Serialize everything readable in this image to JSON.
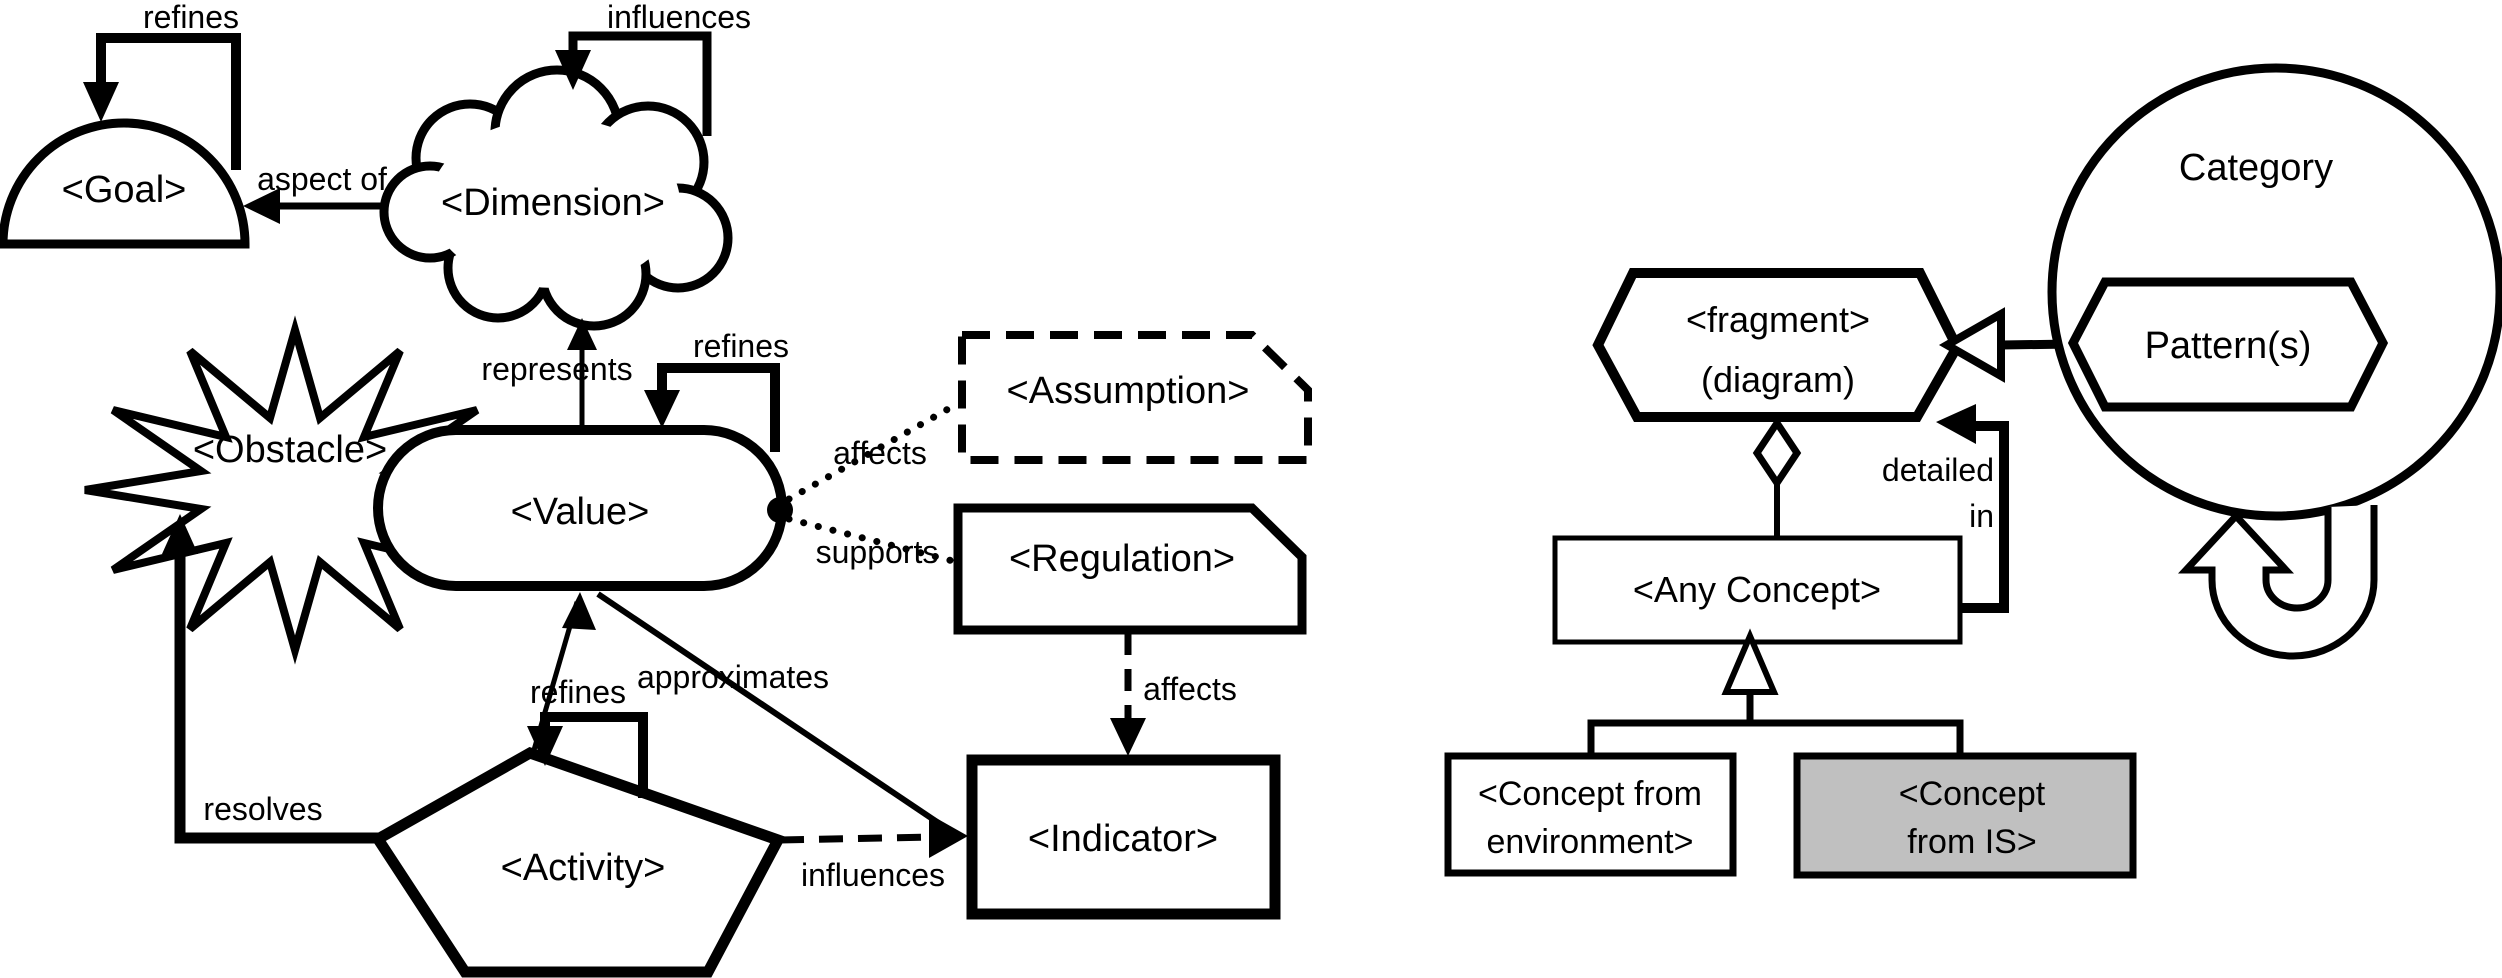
{
  "diagram_left": {
    "nodes": {
      "goal": {
        "label": "<Goal>"
      },
      "dimension": {
        "label": "<Dimension>"
      },
      "obstacle": {
        "label": "<Obstacle>"
      },
      "value": {
        "label": "<Value>"
      },
      "assumption": {
        "label": "<Assumption>"
      },
      "regulation": {
        "label": "<Regulation>"
      },
      "activity": {
        "label": "<Activity>"
      },
      "indicator": {
        "label": "<Indicator>"
      }
    },
    "edges": {
      "goal_refines": "refines",
      "dimension_influences": "influences",
      "aspect_of": "aspect of",
      "represents": "represents",
      "value_refines": "refines",
      "affects_assumption": "affects",
      "supports": "supports",
      "regulation_affects": "affects",
      "approximates": "approximates",
      "activity_influences": "influences",
      "activity_refines": "refines",
      "resolves": "resolves"
    }
  },
  "diagram_right": {
    "nodes": {
      "fragment": {
        "line1": "<fragment>",
        "line2": "(diagram)"
      },
      "category": {
        "label": "Category"
      },
      "patterns": {
        "label": "Pattern(s)"
      },
      "any_concept": {
        "label": "<Any Concept>"
      },
      "concept_environment": {
        "line1": "<Concept from",
        "line2": "environment>"
      },
      "concept_is": {
        "line1": "<Concept",
        "line2": "from IS>"
      }
    },
    "edges": {
      "detailed_in_line1": "detailed",
      "detailed_in_line2": "in"
    }
  },
  "colors": {
    "stroke": "#000000",
    "shape_fill": "#ffffff",
    "is_box_fill": "#c0c0c0"
  }
}
